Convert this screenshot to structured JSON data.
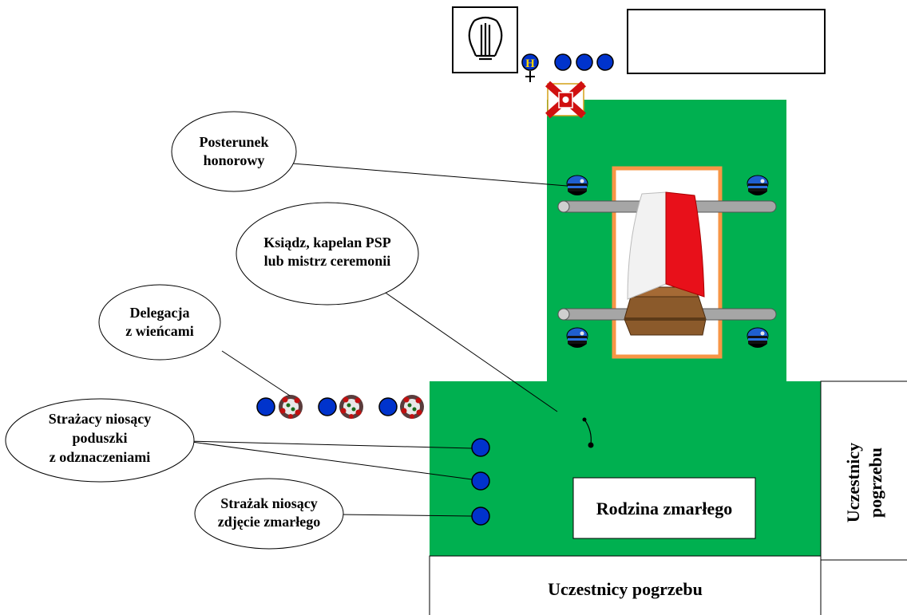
{
  "callouts": {
    "honor_guard": {
      "line1": "Posterunek",
      "line2": "honorowy"
    },
    "priest": {
      "line1": "Ksiądz, kapelan PSP",
      "line2": "lub mistrz ceremonii"
    },
    "delegation": {
      "line1": "Delegacja",
      "line2": "z wieńcami"
    },
    "cushions": {
      "line1": "Strażacy niosący",
      "line2": "poduszki",
      "line3": "z odznaczeniami"
    },
    "photo": {
      "line1": "Strażak niosący",
      "line2": "zdjęcie zmarłego"
    }
  },
  "areas": {
    "family": "Rodzina zmarłego",
    "participants_side_line1": "Uczestnicy",
    "participants_side_line2": "pogrzebu",
    "participants_bottom": "Uczestnicy pogrzebu"
  },
  "band_marker": "H",
  "colors": {
    "ground": "#00b050",
    "person": "#0033cc",
    "catafalque_border": "#f79646",
    "flag_red": "#e8101a",
    "coffin": "#8b5a2b",
    "cap": "#1a1a1a",
    "cap_band": "#1f5fd0"
  },
  "icons": [
    "lyre-icon",
    "cap-icon",
    "banner-icon",
    "wreath-icon",
    "coffin-icon",
    "flag-icon"
  ]
}
